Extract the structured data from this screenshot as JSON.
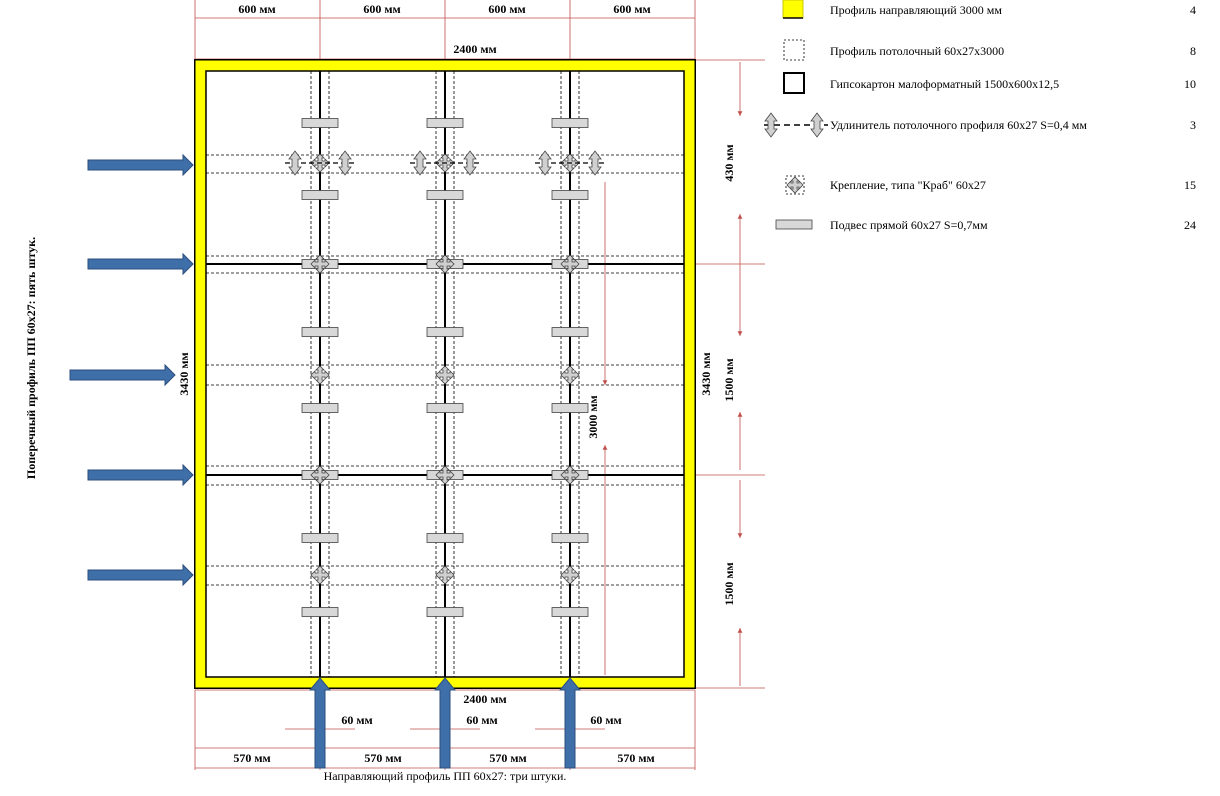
{
  "top_dims": [
    "600 мм",
    "600 мм",
    "600 мм",
    "600 мм"
  ],
  "width_top": "2400 мм",
  "width_bottom": "2400 мм",
  "height_left": "3430 мм",
  "height_right": "3430 мм",
  "profile_length": "3000 мм",
  "right_dims": {
    "top": "430 мм",
    "middle": "1500 мм",
    "bottom": "1500 мм"
  },
  "offsets": [
    "60 мм",
    "60 мм",
    "60 мм"
  ],
  "bottom_dims": [
    "570 мм",
    "570 мм",
    "570 мм",
    "570 мм"
  ],
  "left_caption": "Поперечный профиль ПП 60х27: пять штук.",
  "bottom_caption": "Направляющий профиль ПП 60х27: три штуки.",
  "legend": [
    {
      "icon": "yellow-guide-swatch",
      "label": "Профиль направляющий 3000 мм",
      "count": "4"
    },
    {
      "icon": "dashed-profile-swatch",
      "label": "Профиль потолочный 60х27х3000",
      "count": "8"
    },
    {
      "icon": "drywall-swatch",
      "label": "Гипсокартон малоформатный 1500х600х12,5",
      "count": "10"
    },
    {
      "icon": "extender-icon",
      "label": "Удлинитель потолочного профиля 60х27 S=0,4 мм",
      "count": "3"
    },
    {
      "icon": "crab-connector-icon",
      "label": "Крепление, типа \"Краб\" 60х27",
      "count": "15"
    },
    {
      "icon": "hanger-icon",
      "label": "Подвес прямой 60х27 S=0,7мм",
      "count": "24"
    }
  ],
  "colors": {
    "guide_profile": "#ffff00",
    "arrow_fill": "#3f6fa8",
    "arrow_stroke": "#2b4e7e",
    "dimension_line": "#c0504d",
    "connector": "#d0d0d0"
  }
}
